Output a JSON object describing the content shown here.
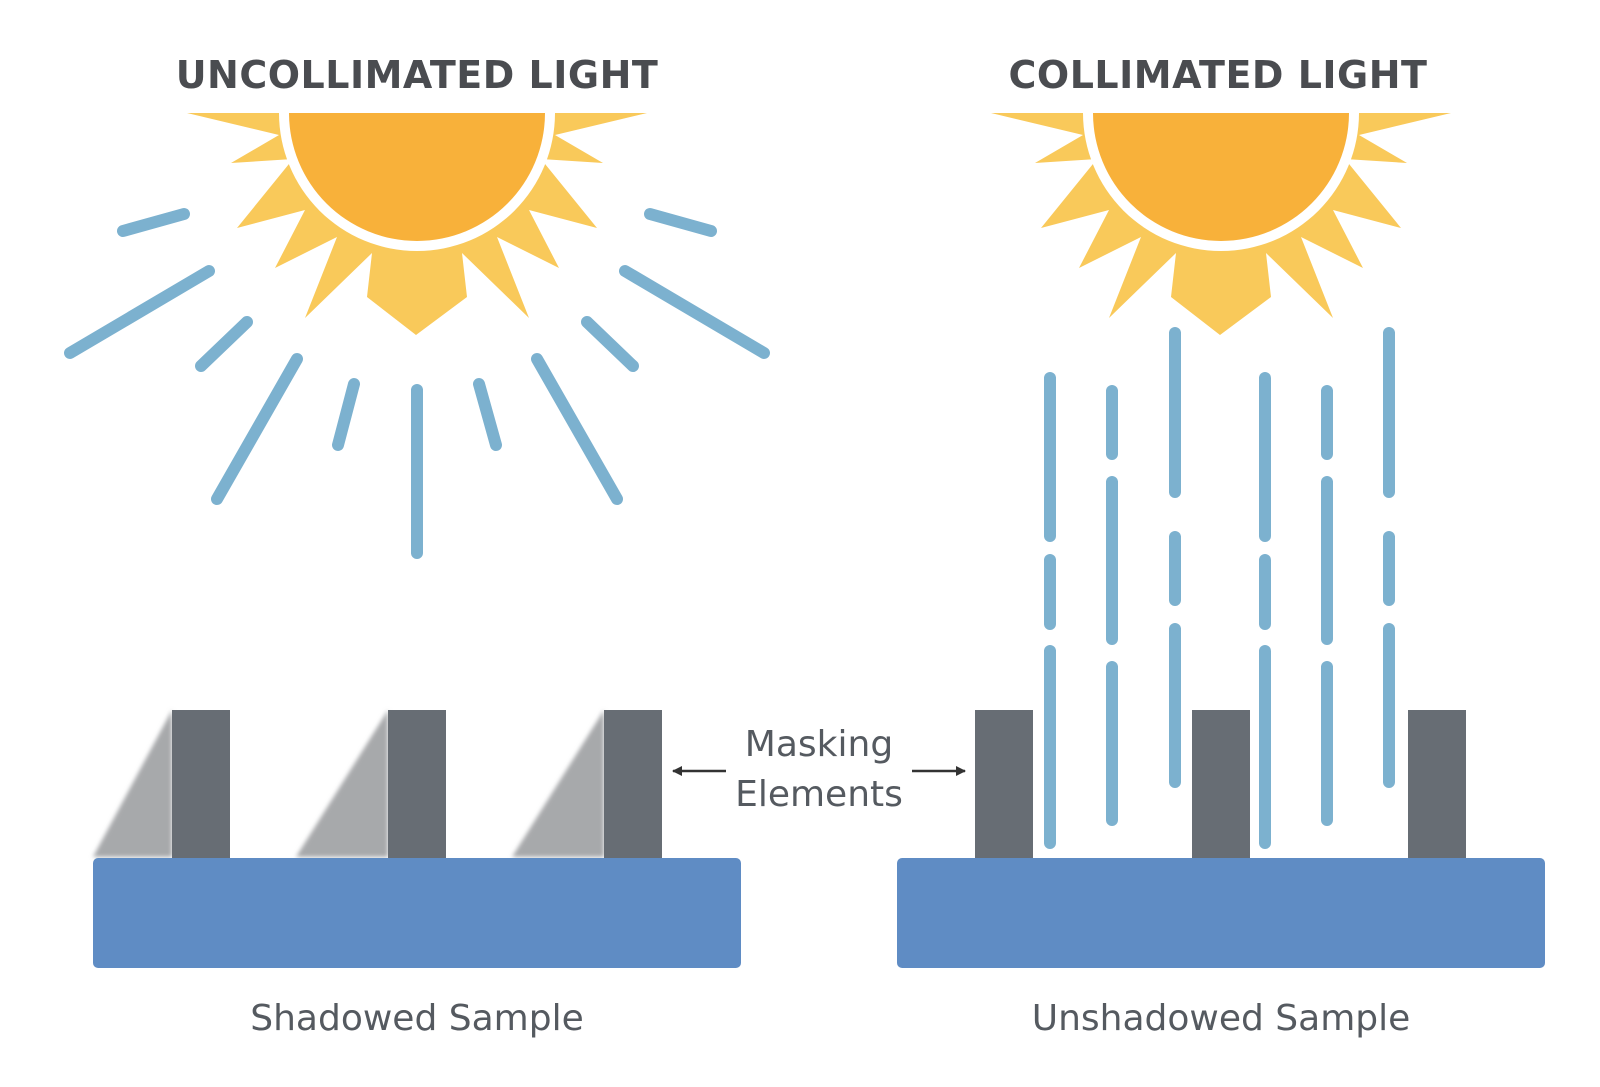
{
  "left_panel": {
    "title": "UNCOLLIMATED LIGHT",
    "caption": "Shadowed Sample"
  },
  "right_panel": {
    "title": "COLLIMATED LIGHT",
    "caption": "Unshadowed Sample"
  },
  "center_label": {
    "line1": "Masking",
    "line2": "Elements"
  },
  "colors": {
    "title_text": "#4a4c50",
    "caption_text": "#555a60",
    "sun_core": "#f8b13a",
    "sun_rays": "#f9c95a",
    "light_rays": "#7cb1cf",
    "substrate": "#5f8cc4",
    "masking_element": "#676d74",
    "shadow": "#a7a9ab",
    "arrow": "#333333"
  },
  "icons": [
    "sun-icon",
    "arrow-left-icon",
    "arrow-right-icon"
  ]
}
